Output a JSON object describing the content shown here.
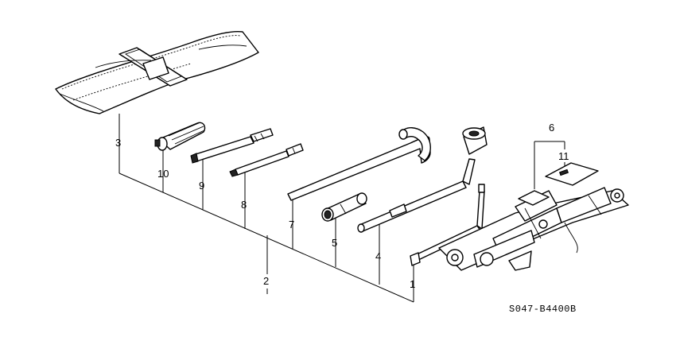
{
  "callouts": {
    "c1": "1",
    "c2": "2",
    "c3": "3",
    "c4": "4",
    "c5": "5",
    "c6": "6",
    "c7": "7",
    "c8": "8",
    "c9": "9",
    "c10": "10",
    "c11": "11"
  },
  "diagram_code": "S047-B4400B"
}
